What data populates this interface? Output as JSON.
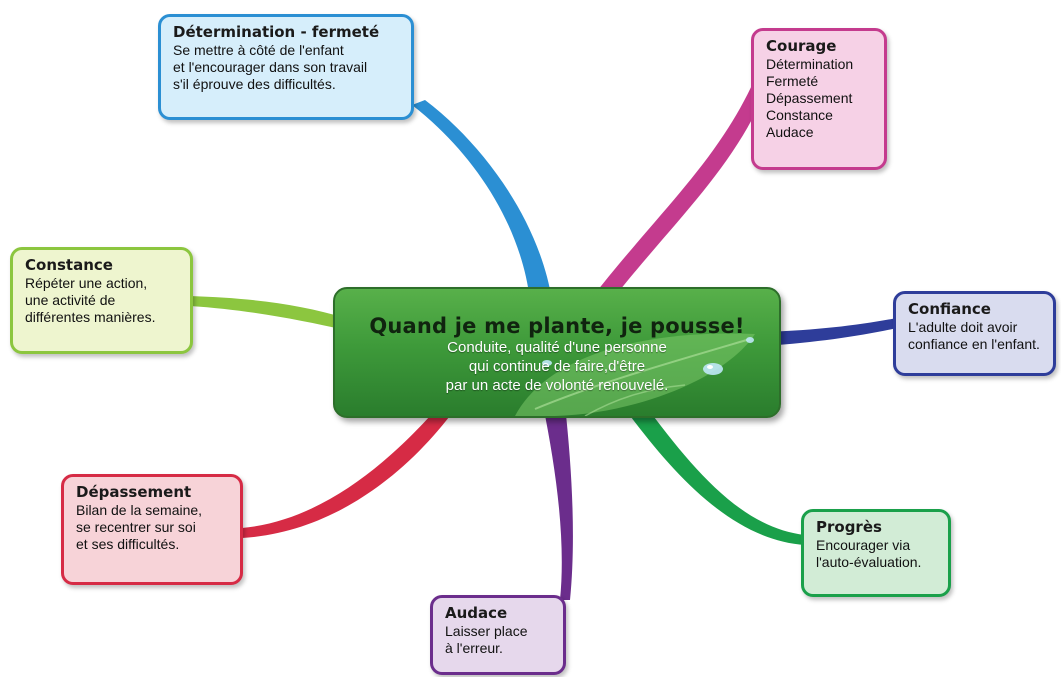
{
  "central": {
    "title": "Quand je me plante, je pousse!",
    "lines": [
      "Conduite, qualité d'une personne",
      "qui continue de faire,d'être",
      "par un acte de volonté renouvelé."
    ]
  },
  "nodes": {
    "determination": {
      "title": "Détermination - fermeté",
      "lines": [
        "Se mettre à côté de l'enfant",
        "et l'encourager dans son travail",
        "s'il éprouve des difficultés."
      ],
      "color": "#2b8fd3",
      "fill": "#d6eefb"
    },
    "courage": {
      "title": "Courage",
      "lines": [
        "Détermination",
        "Fermeté",
        "Dépassement",
        "Constance",
        "Audace"
      ],
      "color": "#c43b8e",
      "fill": "#f6d1e6"
    },
    "constance": {
      "title": "Constance",
      "lines": [
        "Répéter une action,",
        "une activité de",
        "différentes manières."
      ],
      "color": "#8cc63f",
      "fill": "#eef5cf"
    },
    "confiance": {
      "title": "Confiance",
      "lines": [
        "L'adulte doit avoir",
        "confiance en l'enfant."
      ],
      "color": "#2e3d9a",
      "fill": "#d9dcef"
    },
    "depassement": {
      "title": "Dépassement",
      "lines": [
        "Bilan de la semaine,",
        "se recentrer sur soi",
        "et ses difficultés."
      ],
      "color": "#d62b45",
      "fill": "#f7d3d8"
    },
    "progres": {
      "title": "Progrès",
      "lines": [
        "Encourager via",
        "l'auto-évaluation."
      ],
      "color": "#1aa04a",
      "fill": "#d2ecd6"
    },
    "audace": {
      "title": "Audace",
      "lines": [
        "Laisser place",
        "à l'erreur."
      ],
      "color": "#6b2d8c",
      "fill": "#e6d8ec"
    }
  }
}
